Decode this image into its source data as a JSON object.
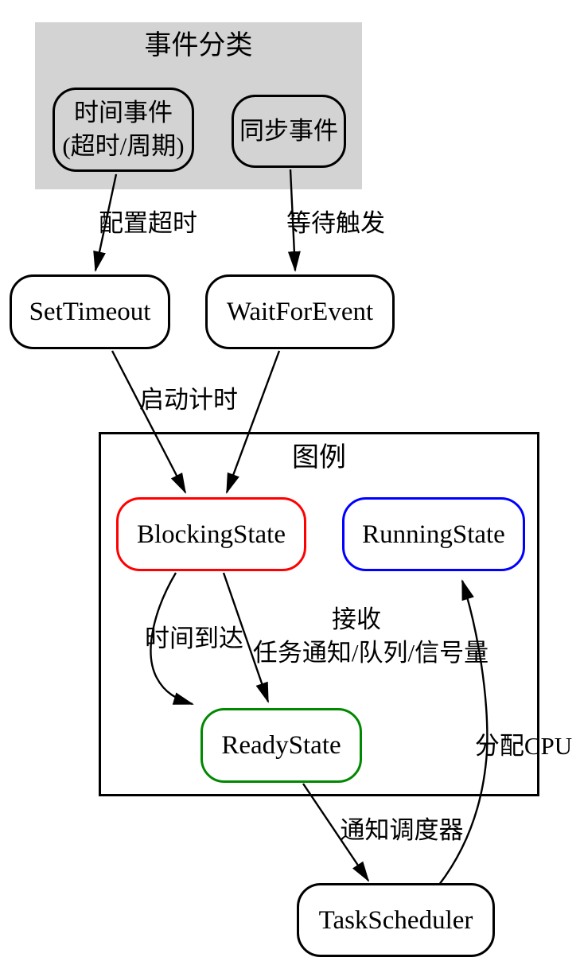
{
  "diagram": {
    "event_cluster": {
      "title": "事件分类",
      "fill": "#d3d3d3"
    },
    "legend_cluster": {
      "title": "图例"
    },
    "nodes": {
      "time_event": {
        "line1": "时间事件",
        "line2": "(超时/周期)",
        "border_color": "#000000"
      },
      "sync_event": {
        "label": "同步事件",
        "border_color": "#000000"
      },
      "set_timeout": {
        "label": "SetTimeout",
        "border_color": "#000000"
      },
      "wait_for_event": {
        "label": "WaitForEvent",
        "border_color": "#000000"
      },
      "blocking_state": {
        "label": "BlockingState",
        "border_color": "#ff0000"
      },
      "running_state": {
        "label": "RunningState",
        "border_color": "#0000ff"
      },
      "ready_state": {
        "label": "ReadyState",
        "border_color": "#008800"
      },
      "task_scheduler": {
        "label": "TaskScheduler",
        "border_color": "#000000"
      }
    },
    "edges": {
      "time_event_to_set_timeout": {
        "label": "配置超时"
      },
      "sync_event_to_wait_for_event": {
        "label": "等待触发"
      },
      "set_timeout_to_blocking": {
        "label": "启动计时"
      },
      "blocking_to_ready_timer": {
        "label": "时间到达"
      },
      "blocking_to_ready_receive": {
        "label_line1": "接收",
        "label_line2": "任务通知/队列/信号量"
      },
      "ready_to_scheduler": {
        "label": "通知调度器"
      },
      "scheduler_to_running": {
        "label": "分配CPU"
      }
    },
    "colors": {
      "edge": "#000000",
      "node_fill": "#ffffff",
      "background": "#ffffff"
    }
  }
}
